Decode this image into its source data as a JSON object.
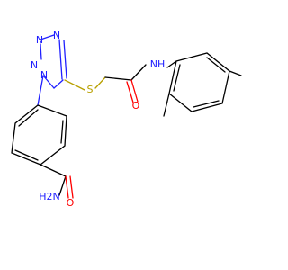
{
  "molecule": {
    "atoms": {
      "n_tz1": "N",
      "n_tz2": "N",
      "n_tz3": "N",
      "n_tz4": "N",
      "s": "S",
      "nh": "NH",
      "o_amide": "O",
      "nh2": "H2N",
      "o_carbamoyl": "O"
    }
  },
  "colors": {
    "nitrogen": "#2020ff",
    "oxygen": "#ff0000",
    "sulfur": "#b8a000",
    "carbon_bond": "#000000",
    "background": "#ffffff"
  }
}
